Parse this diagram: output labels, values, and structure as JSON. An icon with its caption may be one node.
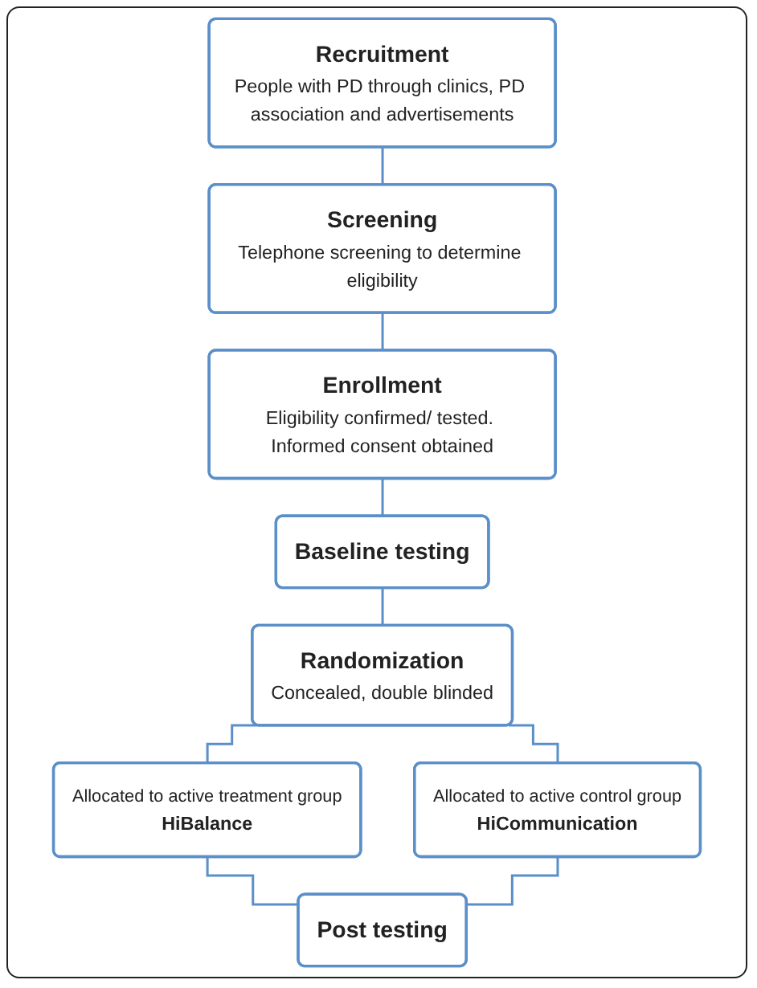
{
  "diagram": {
    "nodes": [
      {
        "text": [
          "Recruitment",
          "People with PD through clinics, PD association and advertisements"
        ]
      },
      {
        "text": [
          "Screening",
          "Telephone screening to determine eligibility"
        ]
      },
      {
        "text": [
          "Enrollment",
          "Eligibility confirmed/ tested. Informed consent obtained"
        ]
      },
      {
        "text": [
          "Baseline testing"
        ]
      },
      {
        "text": [
          "Randomization",
          "Concealed, double blinded"
        ]
      },
      {
        "text": [
          "Allocated to active treatment group",
          "HiBalance"
        ]
      },
      {
        "text": [
          "Allocated to active control group",
          "HiCommunication"
        ]
      },
      {
        "text": [
          "Post testing"
        ]
      }
    ],
    "edges": [
      {
        "from": 0,
        "to": 1,
        "arrow": "none"
      },
      {
        "from": 1,
        "to": 2,
        "arrow": "none"
      },
      {
        "from": 2,
        "to": 3,
        "arrow": "none"
      },
      {
        "from": 3,
        "to": 4,
        "arrow": "none"
      },
      {
        "from": 4,
        "to": 5,
        "arrow": "none"
      },
      {
        "from": 4,
        "to": 6,
        "arrow": "none"
      },
      {
        "from": 5,
        "to": 7,
        "arrow": "none"
      },
      {
        "from": 6,
        "to": 7,
        "arrow": "none"
      }
    ]
  }
}
